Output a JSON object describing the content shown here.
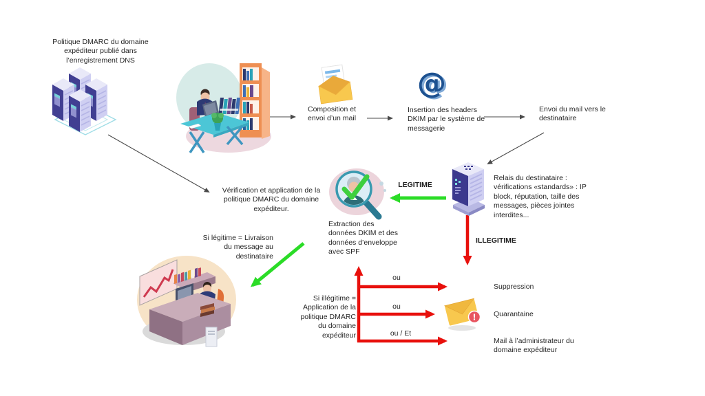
{
  "flow": {
    "dns_policy": "Politique DMARC du domaine expéditeur publié dans l’enregistrement DNS",
    "composition": "Composition et envoi d’un mail",
    "dkim_insertion": "Insertion des headers DKIM par le système de messagerie",
    "send_mail": "Envoi du mail vers le destinataire",
    "relay": "Relais du destinataire : vérifications «standards» : IP block, réputation, taille des messages, pièces jointes interdites...",
    "verification": "Vérification et application de la politique DMARC du domaine expéditeur.",
    "extraction": "Extraction des données DKIM et des données d’enveloppe avec SPF",
    "legit_delivery": "Si légitime = Livraison du message au destinataire",
    "illegit_policy": "Si illégitime = Application de la politique DMARC du domaine expéditeur",
    "outcome_suppression": "Suppression",
    "outcome_quarantine": "Quarantaine",
    "outcome_mail_admin": "Mail à l’administrateur du domaine expéditeur"
  },
  "labels": {
    "legitime": "LEGITIME",
    "illegitime": "ILLEGITIME",
    "or_1": "ou",
    "or_2": "ou",
    "or_and": "ou / Et"
  },
  "icons": {
    "at_symbol": "@",
    "alert_badge": "!",
    "names": [
      "dns-servers-icon",
      "sender-desk-illustration",
      "open-envelope-icon",
      "at-sign-icon",
      "relay-server-icon",
      "magnifier-check-icon",
      "recipient-office-illustration",
      "alert-envelope-icon"
    ]
  },
  "colors": {
    "legitime_green": "#2bdc27",
    "illegitime_red": "#e8100c",
    "connector_gray": "#4a4a4a",
    "text": "#262626",
    "server_indigo": "#3c3a8e",
    "envelope_yellow": "#f8c84e"
  }
}
